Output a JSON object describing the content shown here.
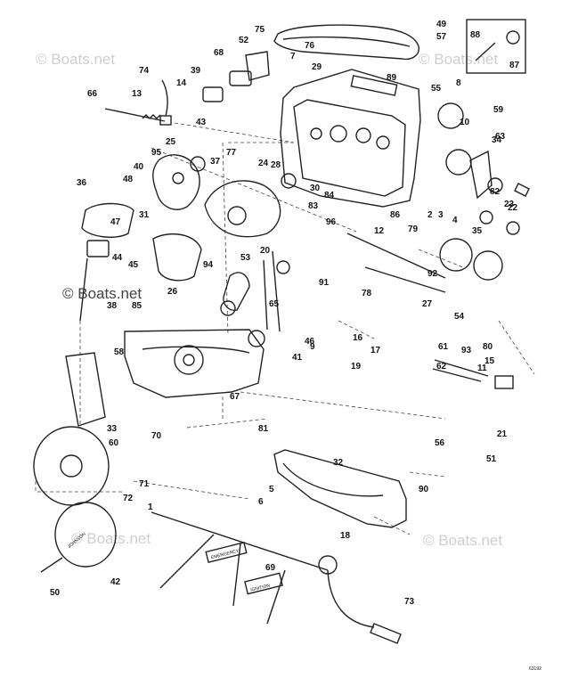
{
  "watermarks": {
    "top_left": "© Boats.net",
    "top_right": "© Boats.net",
    "middle_left": "© Boats.net",
    "bottom_left": "© Boats.net",
    "bottom_right": "© Boats.net"
  },
  "drawing_number": "63192",
  "callouts": [
    "75",
    "49",
    "57",
    "52",
    "76",
    "7",
    "29",
    "88",
    "87",
    "74",
    "68",
    "39",
    "14",
    "89",
    "8",
    "55",
    "59",
    "66",
    "13",
    "43",
    "10",
    "63",
    "34",
    "25",
    "95",
    "37",
    "77",
    "24",
    "28",
    "30",
    "84",
    "40",
    "48",
    "36",
    "47",
    "31",
    "83",
    "96",
    "86",
    "2",
    "3",
    "4",
    "82",
    "23",
    "22",
    "35",
    "12",
    "79",
    "54",
    "44",
    "45",
    "94",
    "53",
    "20",
    "65",
    "92",
    "78",
    "27",
    "26",
    "38",
    "85",
    "58",
    "91",
    "9",
    "41",
    "46",
    "16",
    "80",
    "61",
    "93",
    "11",
    "15",
    "62",
    "21",
    "33",
    "67",
    "81",
    "19",
    "17",
    "60",
    "70",
    "71",
    "72",
    "1",
    "6",
    "5",
    "32",
    "90",
    "56",
    "51",
    "18",
    "69",
    "73",
    "50",
    "42"
  ],
  "disc_label_text": "JOHNSON",
  "tags": {
    "ignition_tag": "IGNITION",
    "emergency_tag": "EMERGENCY"
  }
}
